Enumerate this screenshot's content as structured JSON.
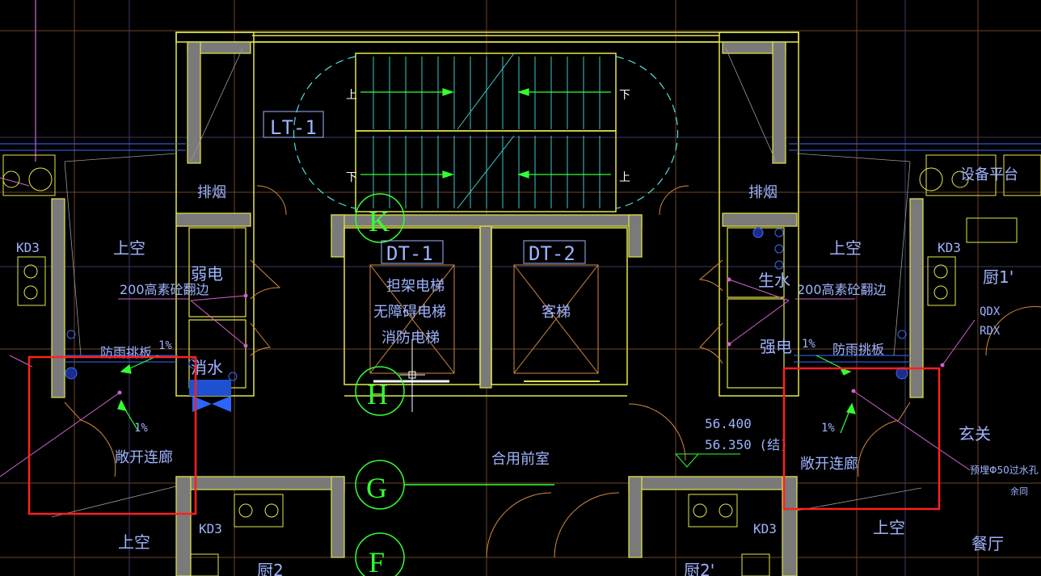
{
  "colors": {
    "background": "#000000",
    "wall_yellow": "#e6e64a",
    "wall_fill": "#7a7a7a",
    "text_blue": "#9fb3ff",
    "cyan": "#4fe0e0",
    "green": "#33ff33",
    "magenta": "#e070e0",
    "orange": "#d08a40",
    "red_box": "#ff2020",
    "grid_brown": "#7a4a2a",
    "white": "#ffffff"
  },
  "tags": {
    "lt1": "LT-1",
    "dt1": "DT-1",
    "dt2": "DT-2"
  },
  "axis": {
    "k": "K",
    "h": "H",
    "g": "G",
    "f": "F"
  },
  "stair": {
    "up_top": "上",
    "down_top": "下",
    "down_bottom": "下",
    "up_bottom": "上"
  },
  "rooms": {
    "smoke_left": "排烟",
    "smoke_right": "排烟",
    "weak_elec": "弱电",
    "fire_water": "消水",
    "domestic_water": "生水",
    "strong_elec": "强电",
    "void_left_top": "上空",
    "void_right_top": "上空",
    "void_left_bottom": "上空",
    "void_right_bottom": "上空",
    "lobby": "合用前室",
    "foyer": "玄关",
    "dining": "餐厅",
    "kitchen1": "厨1'",
    "kitchen2_left": "厨2",
    "kitchen2_right": "厨2'",
    "equip_platform": "设备平台"
  },
  "elevators": {
    "dt1_line1": "担架电梯",
    "dt1_line2": "无障碍电梯",
    "dt1_line3": "消防电梯",
    "dt2_line1": "客梯"
  },
  "notes": {
    "curb_left": "200高素砼翻边",
    "curb_right": "200高素砼翻边",
    "rain_left": "防雨挑板",
    "rain_right": "防雨挑板",
    "slope_left_top": "1%",
    "slope_left_bottom": "1%",
    "slope_right_top": "1%",
    "slope_right_bottom": "1%",
    "corridor_left": "敞开连廊",
    "corridor_right": "敞开连廊",
    "kd3_left_top": "KD3",
    "kd3_right_top": "KD3",
    "kd3_left_bottom": "KD3",
    "kd3_right_bottom": "KD3",
    "qdx": "QDX",
    "rdx": "RDX",
    "sleeve": "预埋Φ50过水孔",
    "sleeve_sub": "余同",
    "elev_finish": "56.400",
    "elev_struct": "56.350 (结)"
  }
}
